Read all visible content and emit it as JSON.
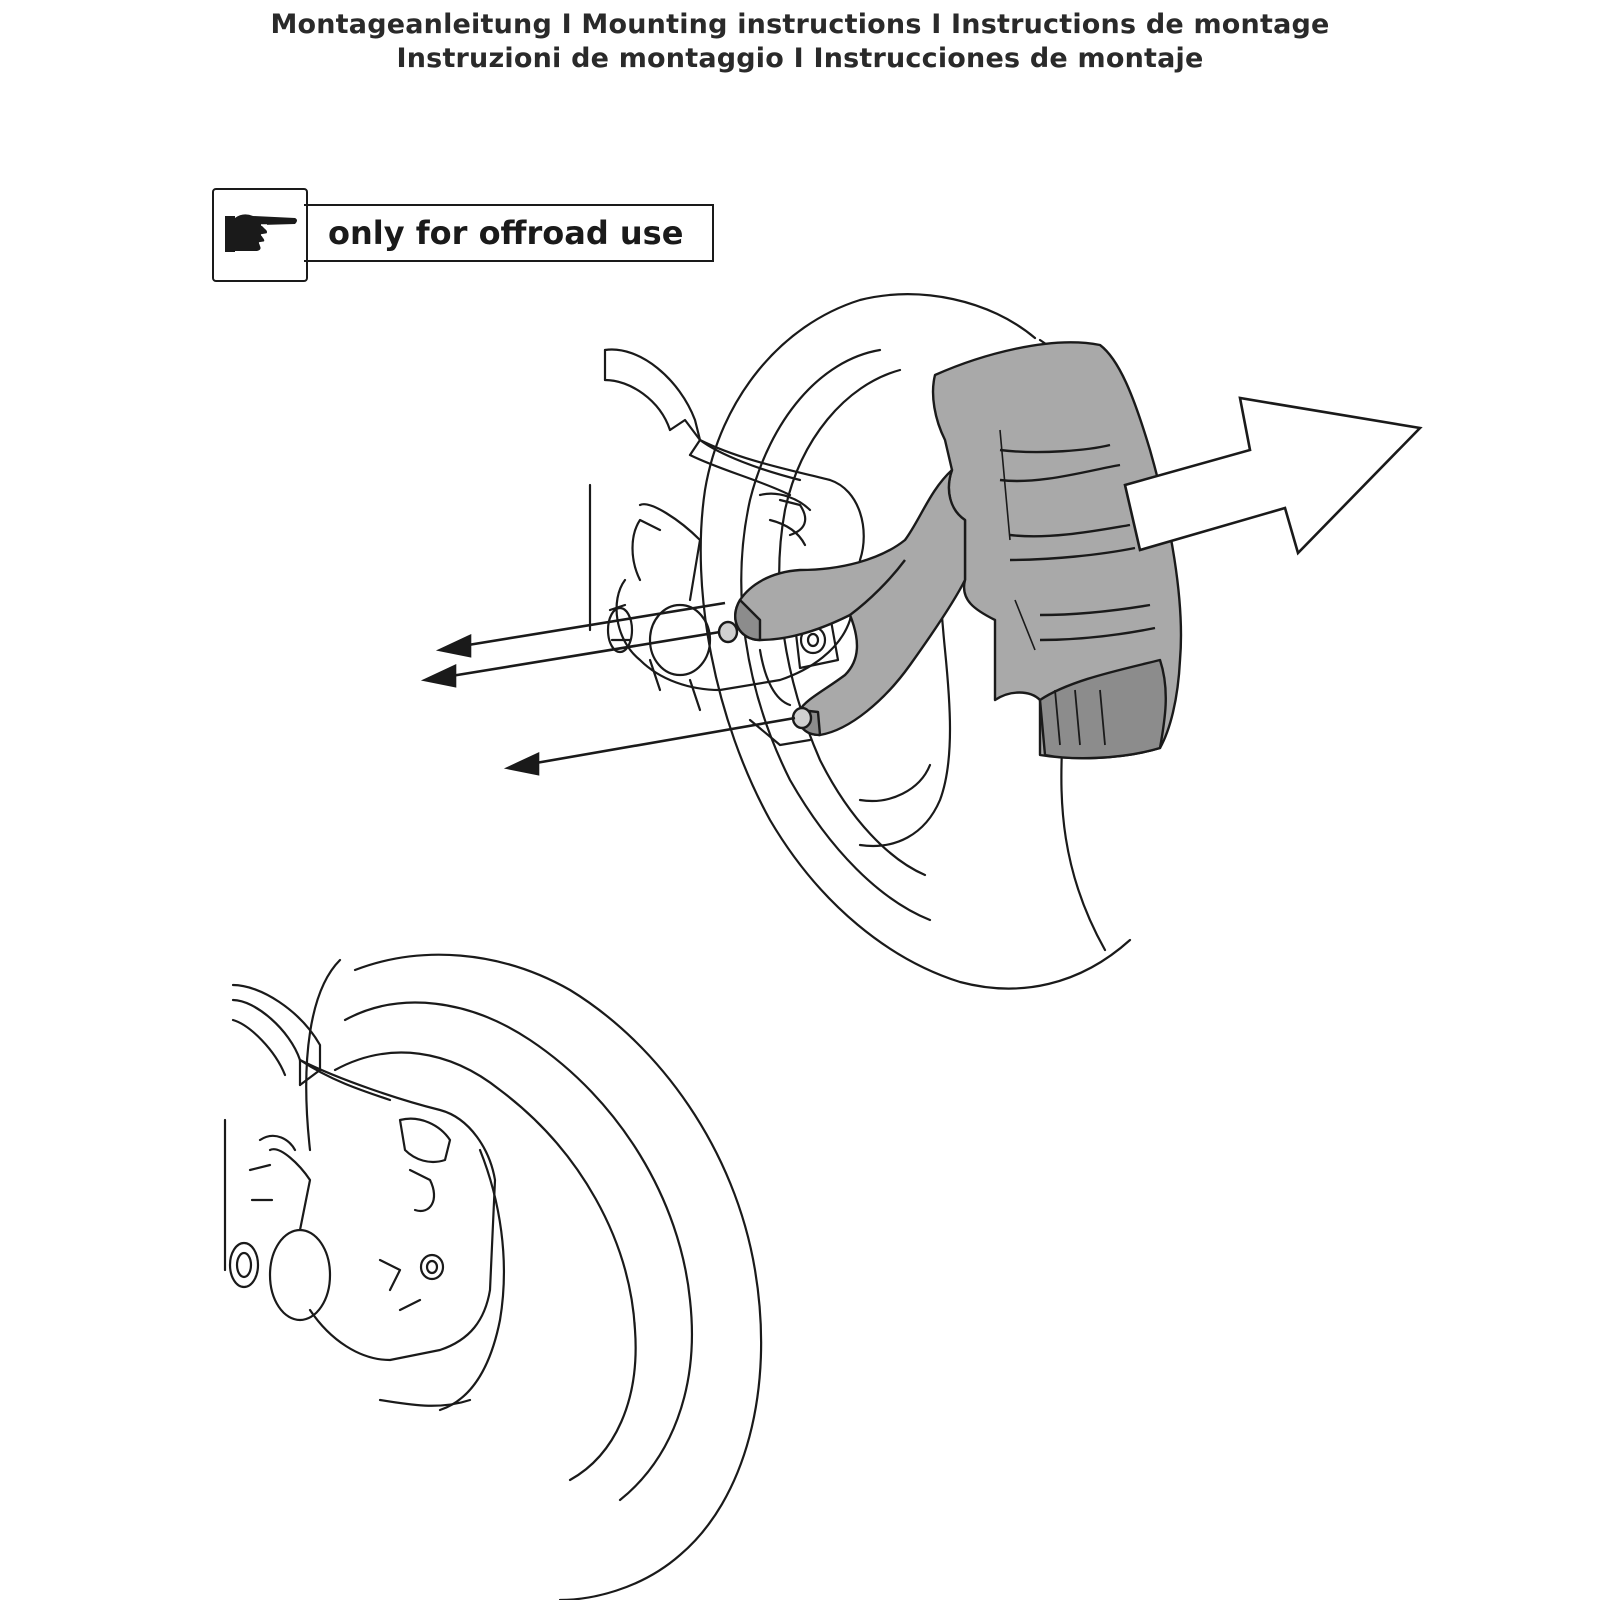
{
  "header": {
    "line1": "Montageanleitung  I  Mounting instructions  I  Instructions de montage",
    "line2": "Instruzioni de montaggio  I   Instrucciones  de  montaje"
  },
  "notice": {
    "icon": "pointing-hand-icon",
    "text": "only for offroad use"
  },
  "colors": {
    "line": "#1a1a1a",
    "part_fill": "#a9a9a9",
    "part_shadow": "#8c8c8c"
  }
}
